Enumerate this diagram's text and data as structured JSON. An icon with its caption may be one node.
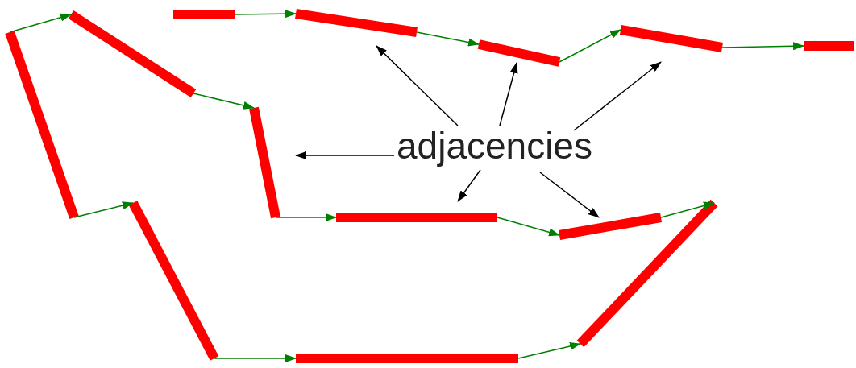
{
  "diagram": {
    "nodes": [
      {
        "text": [],
        "shape": "bar"
      },
      {
        "text": [],
        "shape": "bar"
      },
      {
        "text": [],
        "shape": "bar"
      },
      {
        "text": [],
        "shape": "bar"
      },
      {
        "text": [],
        "shape": "bar"
      },
      {
        "text": [],
        "shape": "bar"
      },
      {
        "text": [],
        "shape": "bar"
      },
      {
        "text": [],
        "shape": "bar"
      },
      {
        "text": [],
        "shape": "bar"
      },
      {
        "text": [],
        "shape": "bar"
      },
      {
        "text": [],
        "shape": "bar"
      },
      {
        "text": [],
        "shape": "bar"
      },
      {
        "text": [],
        "shape": "bar"
      },
      {
        "text": [
          "adjacencies"
        ]
      }
    ],
    "edges": [
      {
        "from": 0,
        "to": 1,
        "arrow": "to"
      },
      {
        "from": 1,
        "to": 2,
        "arrow": "to"
      },
      {
        "from": 2,
        "to": 3,
        "arrow": "to"
      },
      {
        "from": 3,
        "to": 4,
        "arrow": "to"
      },
      {
        "from": 5,
        "to": 6,
        "arrow": "to"
      },
      {
        "from": 6,
        "to": 7,
        "arrow": "to"
      },
      {
        "from": 7,
        "to": 8,
        "arrow": "to"
      },
      {
        "from": 8,
        "to": 9,
        "arrow": "to"
      },
      {
        "from": 9,
        "to": 10,
        "arrow": "to"
      },
      {
        "from": 5,
        "to": 11,
        "arrow": "to"
      },
      {
        "from": 11,
        "to": 12,
        "arrow": "to"
      },
      {
        "from": 12,
        "to": 10,
        "arrow": "to"
      },
      {
        "from": 13,
        "to": 1,
        "arrow": "to",
        "color": "#000000"
      },
      {
        "from": 13,
        "to": 2,
        "arrow": "to",
        "color": "#000000"
      },
      {
        "from": 13,
        "to": 3,
        "arrow": "to",
        "color": "#000000"
      },
      {
        "from": 13,
        "to": 7,
        "arrow": "to",
        "color": "#000000"
      },
      {
        "from": 13,
        "to": 8,
        "arrow": "to",
        "color": "#000000"
      },
      {
        "from": 13,
        "to": 9,
        "arrow": "to",
        "color": "#000000"
      }
    ]
  }
}
